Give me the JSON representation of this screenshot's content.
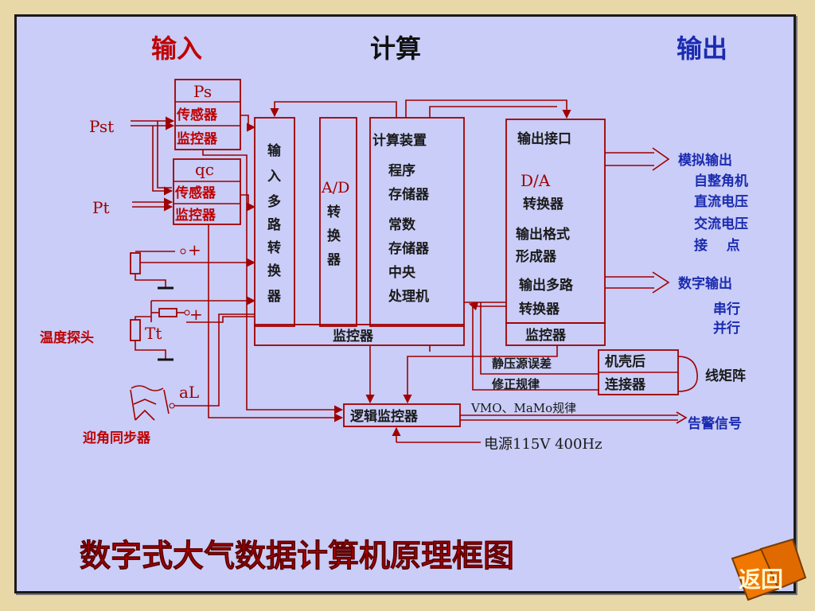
{
  "headers": {
    "input": "输入",
    "compute": "计算",
    "output": "输出"
  },
  "sensors": {
    "ps_title": "Ps",
    "ps_line1": "传感器",
    "ps_line2": "监控器",
    "qc_title": "qc",
    "qc_line1": "传感器",
    "qc_line2": "监控器"
  },
  "signals": {
    "pst": "Pst",
    "pt": "Pt",
    "tt": "Tt",
    "al": "aL",
    "plus1": "+",
    "plus2": "+"
  },
  "left_labels": {
    "temp_probe": "温度探头",
    "aoa_sync": "迎角同步器"
  },
  "blocks": {
    "mux_in": [
      "输",
      "入",
      "多",
      "路",
      "转",
      "换",
      "器"
    ],
    "ad_title": "A/D",
    "ad_chars": [
      "转",
      "换",
      "器"
    ],
    "compute_title": "计算装置",
    "compute_lines": [
      "程序",
      "存储器",
      "常数",
      "存储器",
      "中央",
      "处理机"
    ],
    "output_title": "输出接口",
    "output_da": "D/A",
    "output_lines": [
      "转换器",
      "输出格式",
      "形成器",
      "输出多路",
      "转换器"
    ],
    "monitor_left": "监控器",
    "monitor_right": "监控器",
    "logic_monitor": "逻辑监控器",
    "case_connector_1": "机壳后",
    "case_connector_2": "连接器",
    "matrix": "线矩阵"
  },
  "annotations": {
    "static_err": "静压源误差",
    "correction": "修正规律",
    "vmo": "VMO、MaMo规律",
    "power": "电源115V  400Hz",
    "alarm": "告警信号"
  },
  "outputs": {
    "analog": "模拟输出",
    "analog_items": [
      "自整角机",
      "直流电压",
      "交流电压",
      "接    点"
    ],
    "digital": "数字输出",
    "digital_items": [
      "串行",
      "并行"
    ]
  },
  "title": "数字式大气数据计算机原理框图",
  "back_button": "返回",
  "colors": {
    "panel_bg": "#c9cdf7",
    "frame_bg": "#e8d8a8",
    "line_red": "#a00000",
    "header_red": "#c00000",
    "header_blue": "#1b2bb0",
    "back_orange": "#f07800"
  }
}
